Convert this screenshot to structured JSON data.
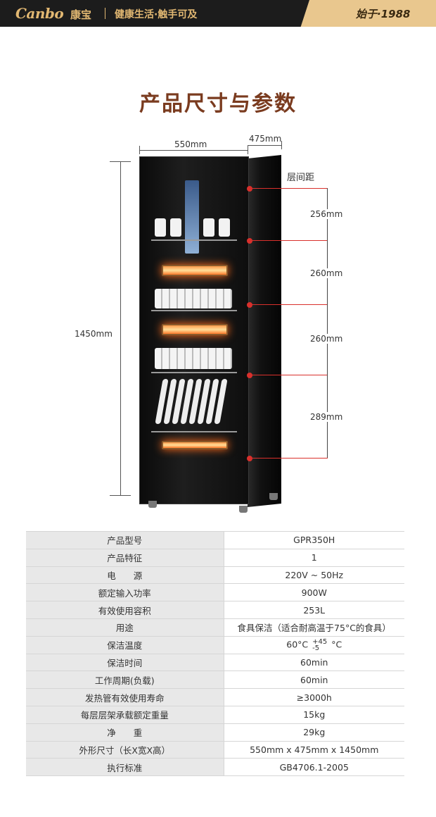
{
  "header": {
    "brand_logo": "Canbo",
    "brand_cn": "康宝",
    "slogan": "健康生活·触手可及",
    "since": "始于·1988"
  },
  "title": "产品尺寸与参数",
  "dimensions": {
    "width": "550mm",
    "depth": "475mm",
    "height": "1450mm",
    "spacing_label": "层间距",
    "spacings": [
      "256mm",
      "260mm",
      "260mm",
      "289mm"
    ]
  },
  "colors": {
    "banner_bg": "#1c1c1c",
    "gold": "#e2b872",
    "title": "#7a3b1f",
    "accent_red": "#d9302c"
  },
  "specs": [
    {
      "label": "产品型号",
      "value": "GPR350H"
    },
    {
      "label": "产品特征",
      "value": "1"
    },
    {
      "label": "电　　源",
      "value": "220V ~ 50Hz"
    },
    {
      "label": "额定输入功率",
      "value": "900W"
    },
    {
      "label": "有效使用容积",
      "value": "253L"
    },
    {
      "label": "用途",
      "value": "食具保洁（适合耐高温于75°C的食具）"
    },
    {
      "label": "保洁温度",
      "value": "60°C",
      "tol_plus": "+45",
      "tol_minus": "-5",
      "unit": "°C"
    },
    {
      "label": "保洁时间",
      "value": "60min"
    },
    {
      "label": "工作周期(负载)",
      "value": "60min"
    },
    {
      "label": "发热管有效使用寿命",
      "value": "≥3000h"
    },
    {
      "label": "每层层架承载额定重量",
      "value": "15kg"
    },
    {
      "label": "净　　重",
      "value": "29kg"
    },
    {
      "label": "外形尺寸（长X宽X高）",
      "value": "550mm x 475mm x 1450mm"
    },
    {
      "label": "执行标准",
      "value": "GB4706.1-2005"
    }
  ]
}
